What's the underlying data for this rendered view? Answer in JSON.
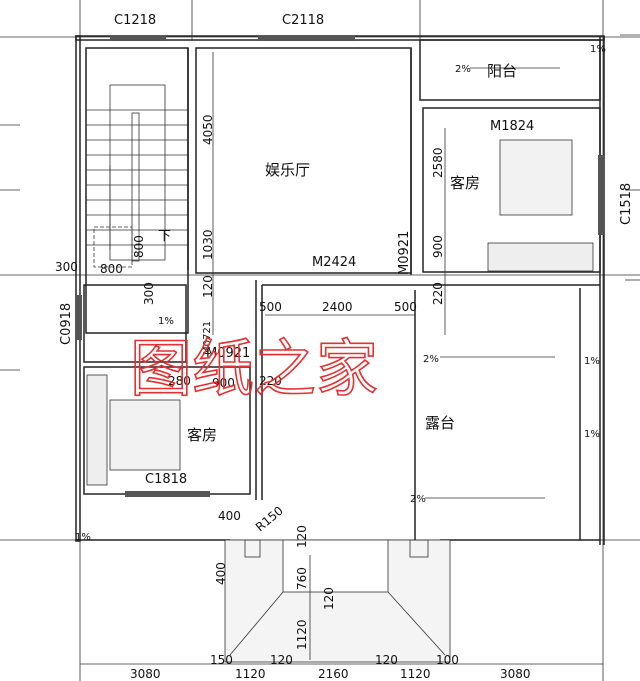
{
  "windows": {
    "c1218": "C1218",
    "c2118": "C2118",
    "c1518": "C1518",
    "c0918": "C0918",
    "c1818": "C1818"
  },
  "doors": {
    "m1824": "M1824",
    "m2424": "M2424",
    "m0921_right": "M0921",
    "m0921_left": "M0921",
    "m0721": "M0721"
  },
  "rooms": {
    "entertainment": "娱乐厅",
    "balcony": "阳台",
    "guest_right": "客房",
    "guest_left": "客房",
    "terrace": "露台"
  },
  "slopes": {
    "balcony": "2%",
    "bath": "1%",
    "terrace_top": "2%",
    "terrace_bottom": "2%",
    "right_top": "1%",
    "right_mid": "1%",
    "right_corner": "1%",
    "left_corner": "1%"
  },
  "stair_down": "下",
  "dimensions": {
    "d4050": "4050",
    "d1030": "1030",
    "d2580": "2580",
    "d900": "900",
    "d220a": "220",
    "d120a": "120",
    "d300a": "300",
    "d800a": "800",
    "d800b": "800",
    "d300b": "300",
    "d500a": "500",
    "d2400": "2400",
    "d500b": "500",
    "d280": "280",
    "d900b": "900",
    "d220b": "220",
    "d400a": "400",
    "r150": "R150",
    "d120b": "120",
    "d400b": "400",
    "d760": "760",
    "d120c": "120",
    "d1120v": "1120",
    "b150": "150",
    "b1120a": "1120",
    "b120a": "120",
    "b2160": "2160",
    "b120b": "120",
    "b1120b": "1120",
    "b100": "100",
    "b3080a": "3080",
    "b3080b": "3080"
  },
  "watermark": "图纸之家",
  "colors": {
    "watermark": "#e53030",
    "lines": "#222222"
  }
}
